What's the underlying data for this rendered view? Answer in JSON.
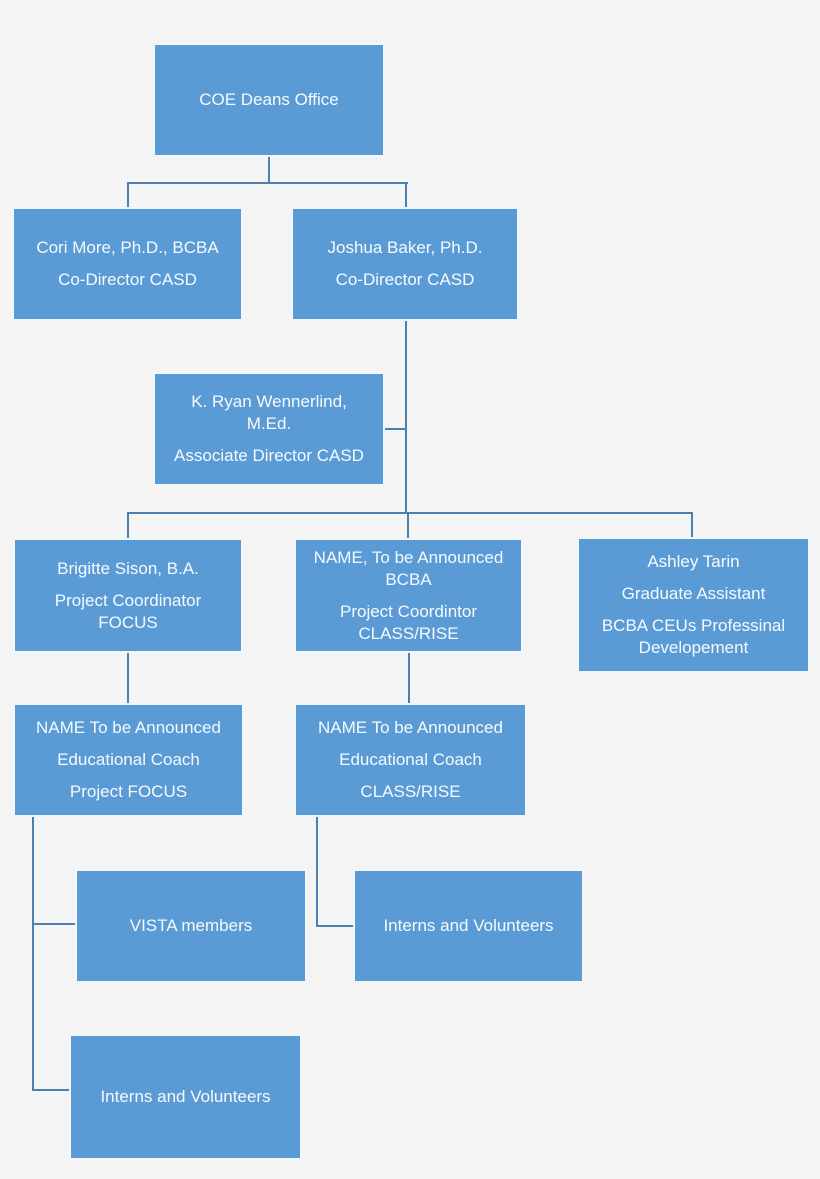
{
  "colors": {
    "box_fill": "#5b9bd5",
    "box_border": "#ffffff",
    "connector": "#4e7fb1",
    "background": "#f4f4f5",
    "text": "#f5fafe"
  },
  "org_chart": {
    "type": "org-chart",
    "nodes": {
      "coe": {
        "role": "root",
        "paras": [
          [
            "COE Deans Office"
          ]
        ]
      },
      "cori": {
        "paras": [
          [
            "Cori More, Ph.D., BCBA"
          ],
          [
            "Co-Director CASD"
          ]
        ]
      },
      "joshua": {
        "paras": [
          [
            "Joshua Baker, Ph.D."
          ],
          [
            "Co-Director CASD"
          ]
        ]
      },
      "ryan": {
        "paras": [
          [
            "K. Ryan Wennerlind,",
            "M.Ed."
          ],
          [
            "Associate Director CASD"
          ]
        ]
      },
      "brigitte": {
        "paras": [
          [
            "Brigitte Sison, B.A."
          ],
          [
            "Project Coordinator",
            "FOCUS"
          ]
        ]
      },
      "coordintor": {
        "paras": [
          [
            "NAME, To be Announced",
            "BCBA"
          ],
          [
            "Project Coordintor",
            "CLASS/RISE"
          ]
        ]
      },
      "ashley": {
        "paras": [
          [
            "Ashley Tarin"
          ],
          [
            "Graduate Assistant"
          ],
          [
            "BCBA CEUs Professinal",
            "Developement"
          ]
        ]
      },
      "coach_focus": {
        "paras": [
          [
            "NAME To be Announced"
          ],
          [
            "Educational Coach"
          ],
          [
            "Project FOCUS"
          ]
        ]
      },
      "coach_classrise": {
        "paras": [
          [
            "NAME To be Announced"
          ],
          [
            "Educational Coach"
          ],
          [
            "CLASS/RISE"
          ]
        ]
      },
      "vista": {
        "paras": [
          [
            "VISTA members"
          ]
        ]
      },
      "interns_right": {
        "paras": [
          [
            "Interns and Volunteers"
          ]
        ]
      },
      "interns_bottom": {
        "paras": [
          [
            "Interns and Volunteers"
          ]
        ]
      }
    }
  }
}
